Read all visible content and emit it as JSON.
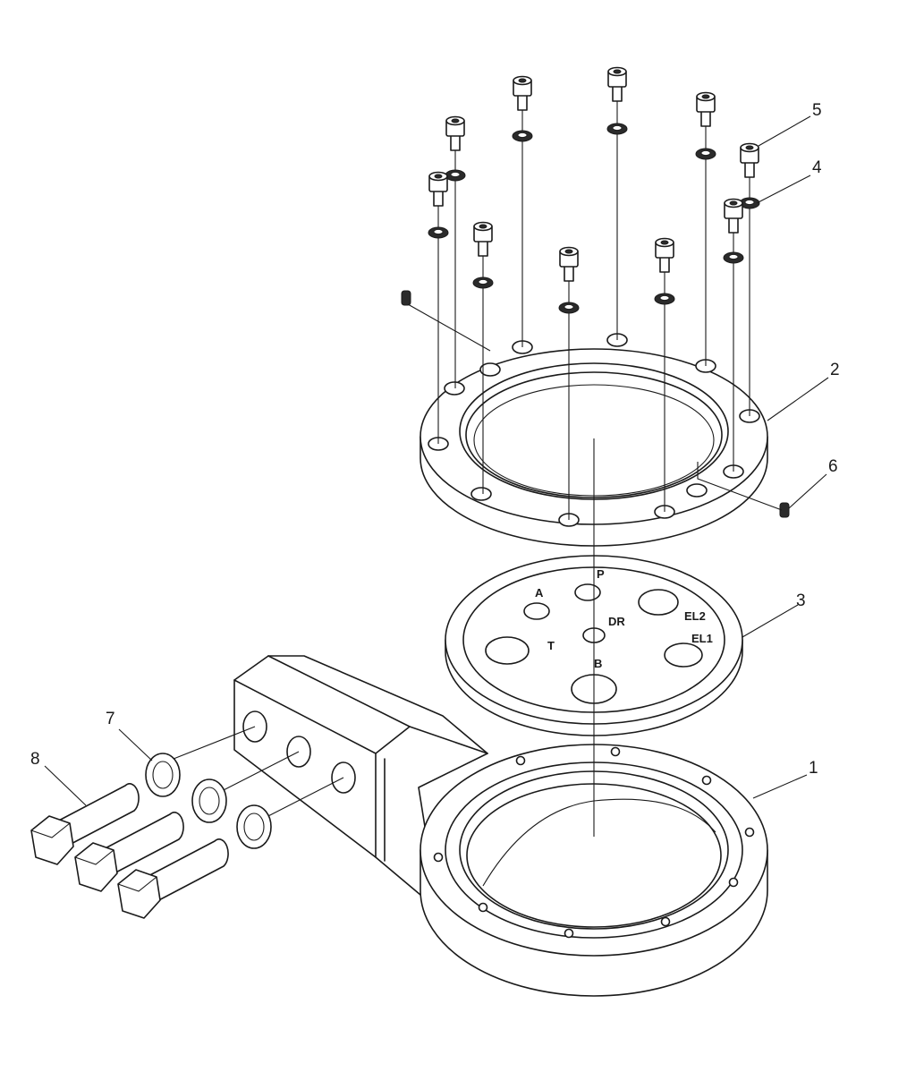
{
  "callouts": {
    "c1": "1",
    "c2": "2",
    "c3": "3",
    "c4": "4",
    "c5": "5",
    "c6": "6",
    "c7": "7",
    "c8": "8"
  },
  "plate_marks": {
    "a": "A",
    "p": "P",
    "t": "T",
    "b": "B",
    "dr": "DR",
    "el1": "EL1",
    "el2": "EL2"
  }
}
